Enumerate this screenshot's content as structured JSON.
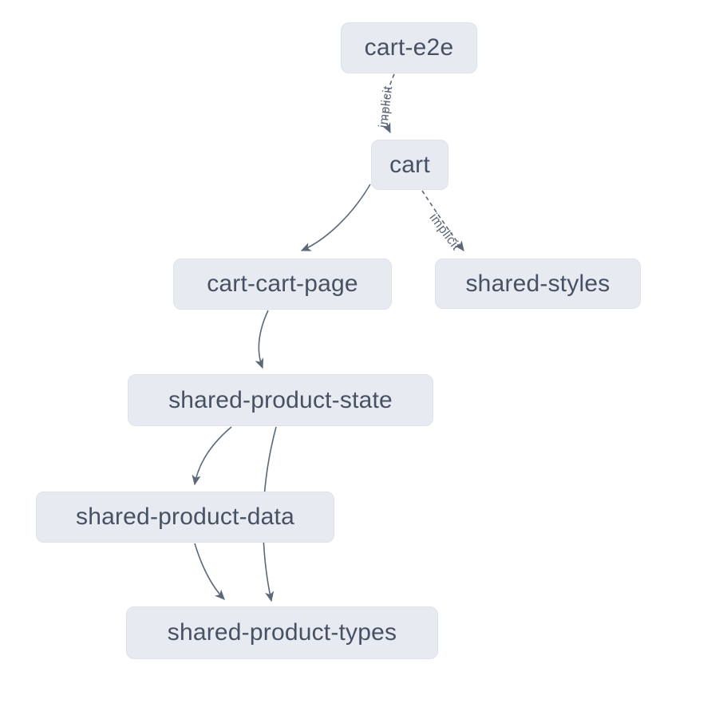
{
  "diagram": {
    "type": "dependency-graph",
    "background_color": "#ffffff",
    "node_fill_color": "#e7ebf1",
    "node_text_color": "#475163",
    "edge_color": "#5c6878",
    "nodes": [
      {
        "id": "cart-e2e",
        "label": "cart-e2e"
      },
      {
        "id": "cart",
        "label": "cart"
      },
      {
        "id": "cart-cart-page",
        "label": "cart-cart-page"
      },
      {
        "id": "shared-styles",
        "label": "shared-styles"
      },
      {
        "id": "shared-product-state",
        "label": "shared-product-state"
      },
      {
        "id": "shared-product-data",
        "label": "shared-product-data"
      },
      {
        "id": "shared-product-types",
        "label": "shared-product-types"
      }
    ],
    "edges": [
      {
        "from": "cart-e2e",
        "to": "cart",
        "type": "implicit",
        "label": "implicit"
      },
      {
        "from": "cart",
        "to": "cart-cart-page",
        "type": "static",
        "label": ""
      },
      {
        "from": "cart",
        "to": "shared-styles",
        "type": "implicit",
        "label": "implicit"
      },
      {
        "from": "cart-cart-page",
        "to": "shared-product-state",
        "type": "static",
        "label": ""
      },
      {
        "from": "shared-product-state",
        "to": "shared-product-data",
        "type": "static",
        "label": ""
      },
      {
        "from": "shared-product-state",
        "to": "shared-product-types",
        "type": "static",
        "label": ""
      },
      {
        "from": "shared-product-data",
        "to": "shared-product-types",
        "type": "static",
        "label": ""
      }
    ]
  }
}
